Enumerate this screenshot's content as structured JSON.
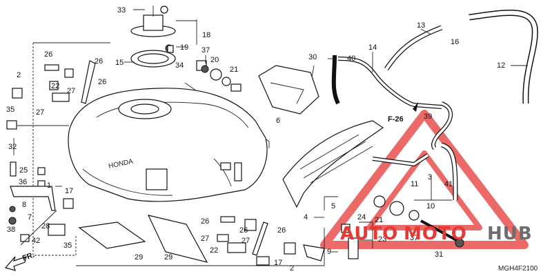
{
  "diagram": {
    "callouts": [
      "1",
      "2",
      "3",
      "4",
      "5",
      "6",
      "7",
      "8",
      "9",
      "10",
      "11",
      "12",
      "13",
      "14",
      "15",
      "16",
      "17",
      "18",
      "19",
      "20",
      "21",
      "22",
      "23",
      "24",
      "25",
      "26",
      "27",
      "28",
      "29",
      "30",
      "31",
      "32",
      "33",
      "34",
      "35",
      "36",
      "37",
      "38",
      "39",
      "40",
      "41",
      "42"
    ],
    "forward_marker": "FR.",
    "figure_reference": "F-26",
    "drawing_code": "MGH4F2100",
    "tank_emblem": "HONDA"
  },
  "watermark": {
    "text_auto": "AUTO",
    "text_moto": "MOTO",
    "text_hub": "HUB",
    "color_red": "#e53935",
    "color_gray": "#6d6d6d"
  }
}
